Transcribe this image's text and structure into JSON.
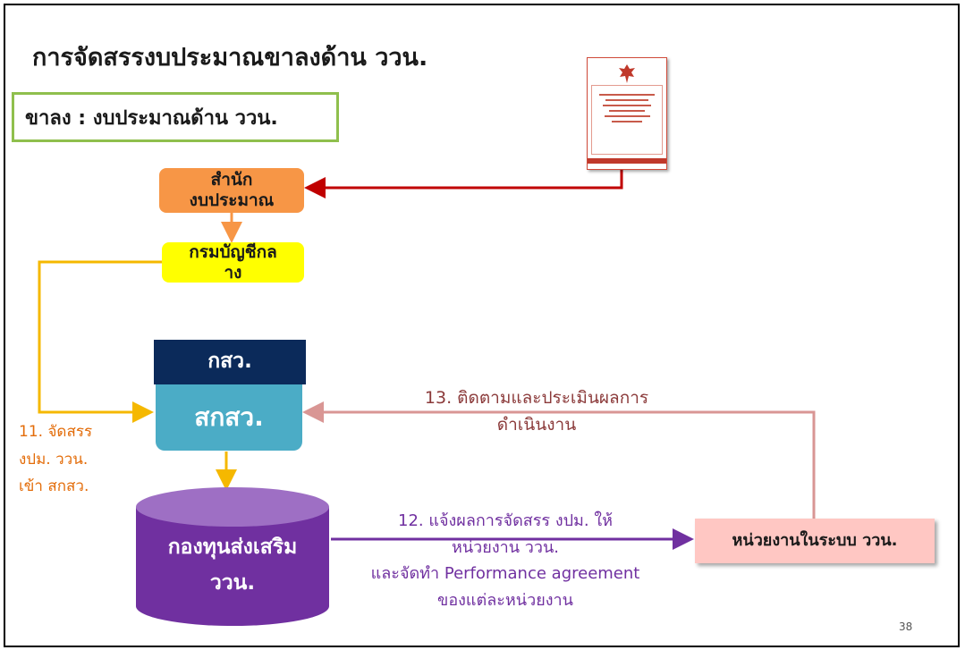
{
  "title": "การจัดสรรงบประมาณขาลงด้าน ววน.",
  "subtitle": "ขาลง : งบประมาณด้าน ววน.",
  "nodes": {
    "budget_bureau": "สำนัก\nงบประมาณ",
    "comptroller": "กรมบัญชีกล\nาง",
    "tsri_header": "กสว.",
    "tsri": "สกสว.",
    "fund": "กองทุนส่งเสริม\nววน.",
    "units": "หน่วยงานในระบบ ววน."
  },
  "edges": {
    "step11": "11. จัดสรร\nงปม. ววน.\nเข้า สกสว.",
    "step12": "12. แจ้งผลการจัดสรร งปม. ให้\nหน่วยงาน ววน.\nและจัดทำ Performance agreement\nของแต่ละหน่วยงาน",
    "step13": "13. ติดตามและประเมินผลการ\nดำเนินงาน"
  },
  "page_number": "38",
  "colors": {
    "budget_bureau": "#f79646",
    "comptroller": "#ffff00",
    "tsri_header": "#0b2a5a",
    "tsri": "#4bacc6",
    "fund": "#7030a0",
    "units": "#ffc7c3",
    "arrow_doc": "#c00000",
    "arrow_yellow": "#f5b800",
    "arrow_purple": "#7030a0",
    "arrow_pink": "#d99694"
  }
}
